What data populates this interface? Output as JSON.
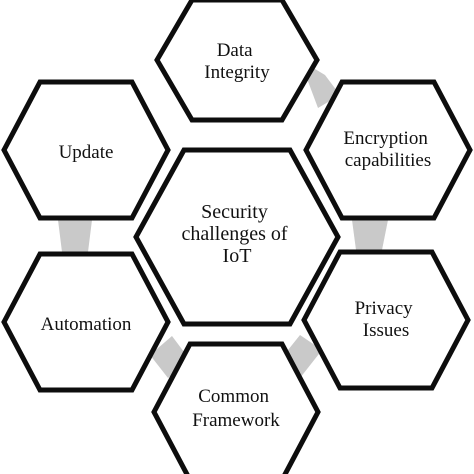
{
  "center": {
    "lines": [
      "Security",
      "challenges of",
      "IoT"
    ]
  },
  "nodes": [
    {
      "id": "data-integrity",
      "lines": [
        "Data",
        "Integrity"
      ]
    },
    {
      "id": "encryption-capabilities",
      "lines": [
        "Encryption",
        "capabilities"
      ]
    },
    {
      "id": "privacy-issues",
      "lines": [
        "Privacy",
        "Issues"
      ]
    },
    {
      "id": "common-framework",
      "lines": [
        "Common",
        "Framework"
      ]
    },
    {
      "id": "automation",
      "lines": [
        "Automation"
      ]
    },
    {
      "id": "update",
      "lines": [
        "Update"
      ]
    }
  ],
  "colors": {
    "outline": "#0d0d0d",
    "connector": "#c9c9c9",
    "text": "#111111",
    "background": "#ffffff"
  }
}
